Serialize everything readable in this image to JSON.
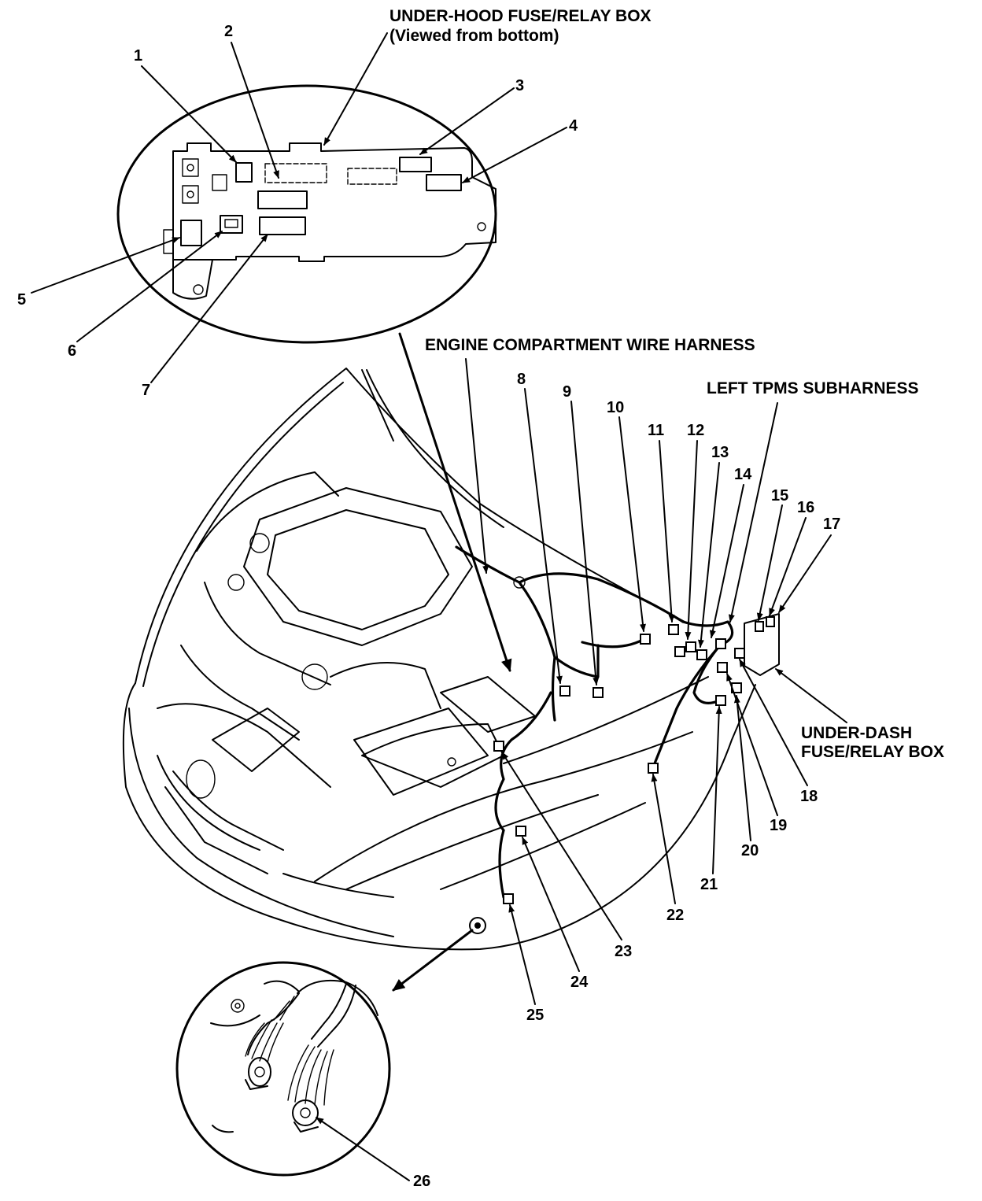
{
  "labels": {
    "under_hood_box": "UNDER-HOOD FUSE/RELAY BOX",
    "under_hood_box_sub": "(Viewed from bottom)",
    "engine_harness": "ENGINE COMPARTMENT WIRE HARNESS",
    "left_tpms": "LEFT TPMS SUBHARNESS",
    "under_dash_box_line1": "UNDER-DASH",
    "under_dash_box_line2": "FUSE/RELAY BOX"
  },
  "callouts": [
    "1",
    "2",
    "3",
    "4",
    "5",
    "6",
    "7",
    "8",
    "9",
    "10",
    "11",
    "12",
    "13",
    "14",
    "15",
    "16",
    "17",
    "18",
    "19",
    "20",
    "21",
    "22",
    "23",
    "24",
    "25",
    "26"
  ]
}
